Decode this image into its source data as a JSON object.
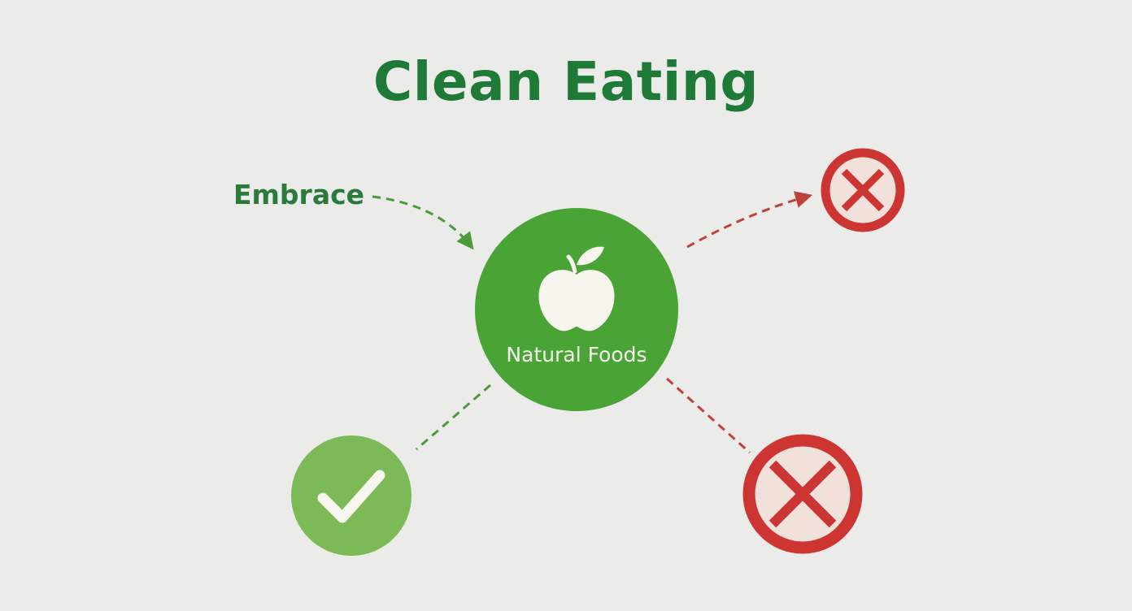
{
  "title": "Clean Eating",
  "embrace_label": "Embrace",
  "hub": {
    "label": "Natural Foods",
    "icon": "apple-icon"
  },
  "icons": {
    "check": "check-icon",
    "avoid": "x-circle-icon"
  },
  "colors": {
    "title_green": "#1e7a36",
    "label_green": "#2a7a3e",
    "hub_green": "#4aa335",
    "check_green": "#7cb957",
    "avoid_red": "#cc3532",
    "avoid_fill": "#f2e0da",
    "background": "#ebebea"
  }
}
